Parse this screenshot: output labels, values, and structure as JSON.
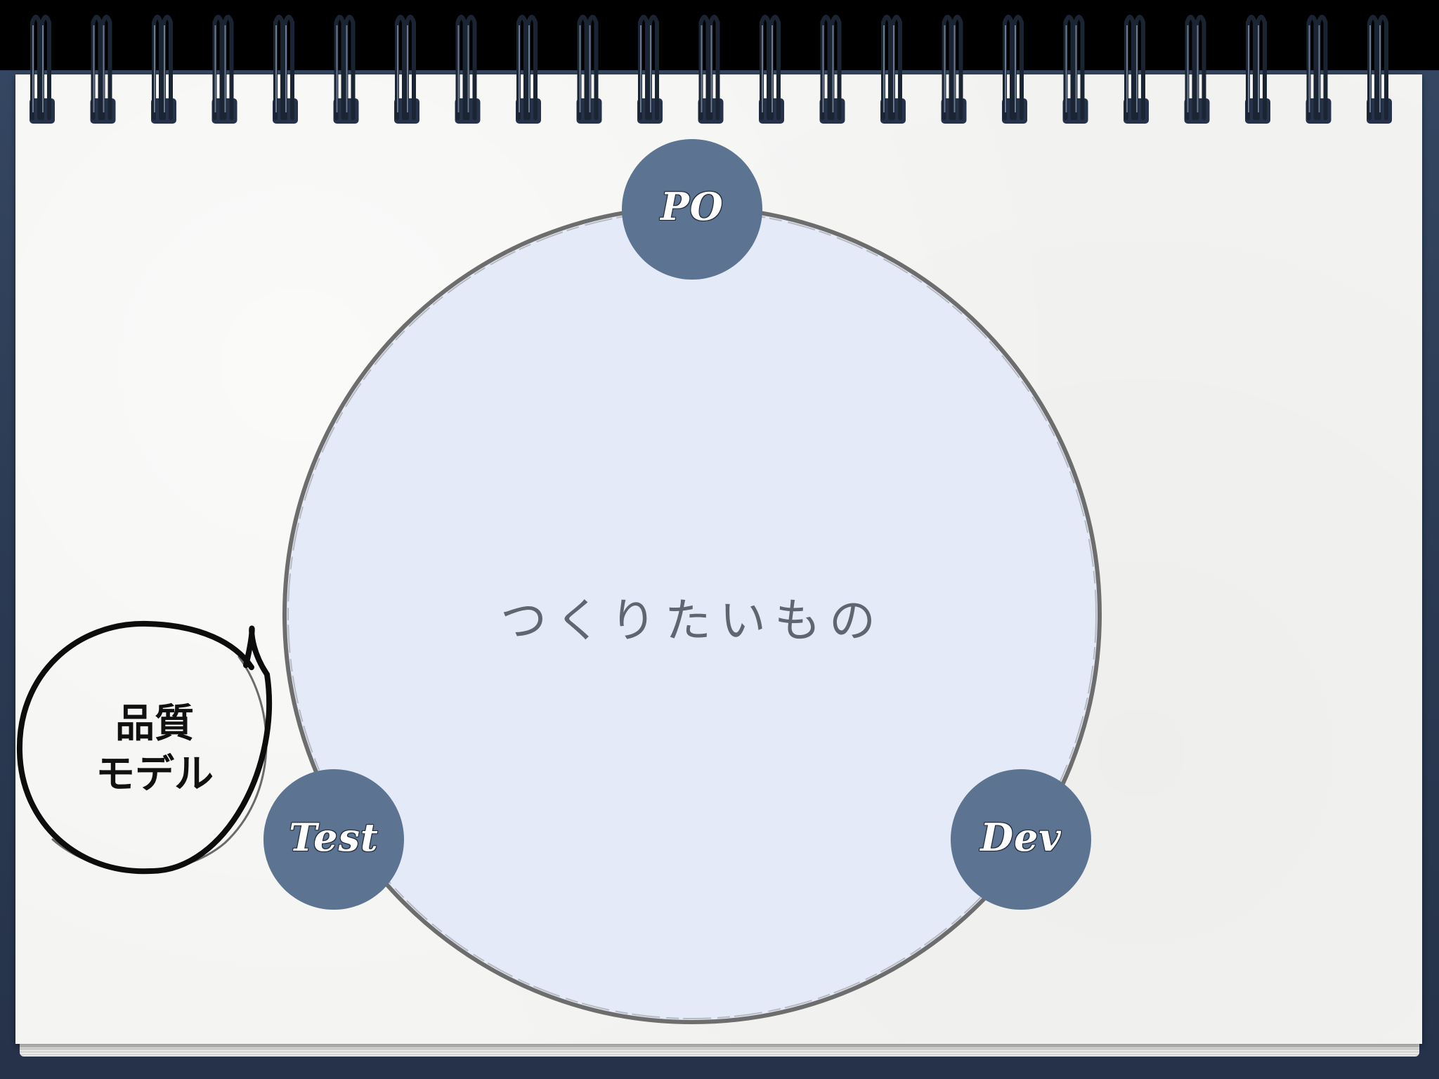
{
  "diagram": {
    "center_text": "つくりたいもの",
    "nodes": {
      "po": "PO",
      "test": "Test",
      "dev": "Dev"
    },
    "quality_model": {
      "line1": "品質",
      "line2": "モデル"
    }
  },
  "colors": {
    "node_fill": "#5c7391",
    "main_circle_fill": "#e4eaf8",
    "main_circle_stroke": "#6d6d6d",
    "board": "#2e3d55",
    "paper": "#f3f3f1"
  }
}
